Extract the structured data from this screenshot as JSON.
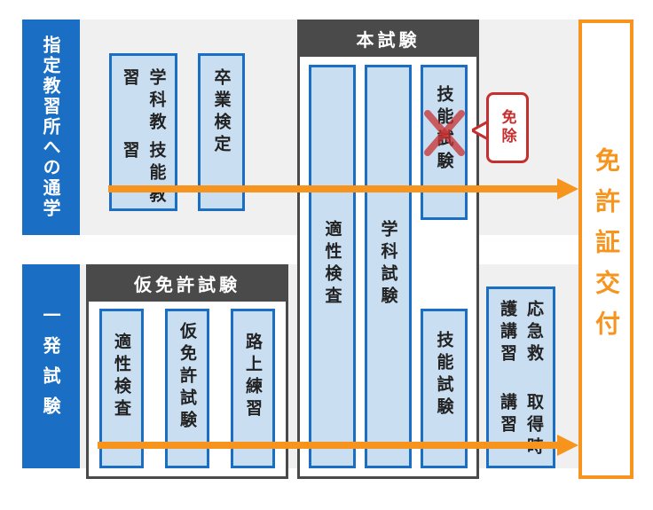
{
  "left_labels": {
    "school": "指定教習所への通学",
    "direct": "一発試験"
  },
  "school_boxes": {
    "gakka_ginou": [
      "学科教習",
      "技能教習"
    ],
    "sotsugyou": "卒業検定"
  },
  "honshiken": {
    "title": "本試験",
    "tekisei": "適性検査",
    "gakka": "学科試験",
    "ginou_top": "技能試験",
    "ginou_bottom": "技能試験"
  },
  "exemption": "免除",
  "karimenkyo": {
    "title": "仮免許試験",
    "tekisei": "適性検査",
    "kari": "仮免許試験",
    "rojou": "路上練習"
  },
  "koushuu": [
    "取得時講習",
    "応急救護講習"
  ],
  "license": "免許証交付",
  "colors": {
    "blue": "#1a6fc4",
    "light_blue": "#c9def1",
    "orange": "#f7941d",
    "dark_gray": "#4a4a4a",
    "red": "#c62f2f",
    "band_gray": "#f0f0f0"
  }
}
